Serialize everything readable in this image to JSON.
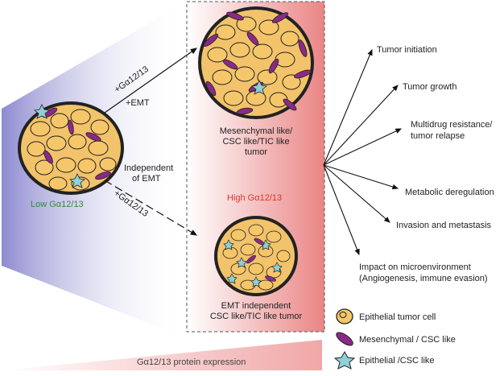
{
  "low_label": "Low Gα12/13",
  "high_label": "High Gα12/13",
  "upper_arrow_label_1": "+Gα12/13",
  "upper_arrow_label_2": "+EMT",
  "lower_arrow_label_1": "Independent",
  "lower_arrow_label_2": "of EMT",
  "lower_arrow_label_3": "+Gα12/13",
  "mesenchymal_tumor_label": [
    "Mesenchymal like/",
    "CSC like/TIC like",
    "tumor"
  ],
  "emt_tumor_label": [
    "EMT independent",
    "CSC like/TIC like tumor"
  ],
  "outcomes": [
    "Tumor initiation",
    "Tumor growth",
    "Multidrug resistance/",
    "tumor relapse",
    "Metabolic deregulation",
    "Invasion and metastasis",
    "Impact on microenvironment",
    "(Angiogenesis, immune evasion)"
  ],
  "legend": [
    {
      "label": "Epithelial tumor cell",
      "icon": "epithelial-cell-icon"
    },
    {
      "label": "Mesenchymal / CSC  like",
      "icon": "mesenchymal-cell-icon"
    },
    {
      "label": "Epithelial /CSC like",
      "icon": "star-cell-icon"
    }
  ],
  "bottom_label": "Gα12/13  protein expression",
  "colors": {
    "epithelial": "#f6c66a",
    "mesenchymal": "#8a2a86",
    "csc": "#8fd1d6",
    "gradient_purple": "#7f79c4",
    "panel_red": "#eb8a8a"
  }
}
